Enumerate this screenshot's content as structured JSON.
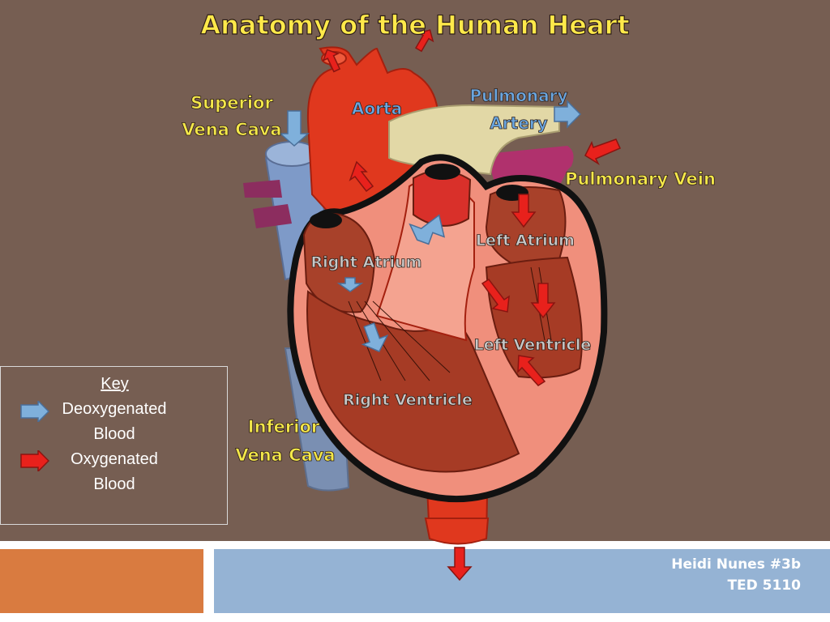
{
  "title": "Anatomy of the Human Heart",
  "labels": {
    "superior_vena_cava": [
      "Superior",
      "Vena Cava"
    ],
    "aorta": "Aorta",
    "pulmonary_artery": [
      "Pulmonary",
      "Artery"
    ],
    "pulmonary_vein": "Pulmonary Vein",
    "left_atrium": "Left Atrium",
    "right_atrium": "Right Atrium",
    "left_ventricle": "Left Ventricle",
    "right_ventricle": "Right Ventricle",
    "inferior_vena_cava": [
      "Inferior",
      "Vena Cava"
    ]
  },
  "key": {
    "title": "Key",
    "deoxygenated": [
      "Deoxygenated",
      "Blood"
    ],
    "oxygenated": [
      "Oxygenated",
      "Blood"
    ]
  },
  "footer": {
    "author": "Heidi Nunes #3b",
    "course": "TED 5110"
  },
  "colors": {
    "background": "#765e52",
    "title_yellow": "#ffe94a",
    "label_yellow": "#f4e84a",
    "label_blue": "#6aa6e0",
    "label_gray": "#c8c8c8",
    "oxygenated": "#e8211c",
    "deoxygenated": "#7fb0db",
    "footer_orange": "#d97b40",
    "footer_blue": "#95b3d4"
  }
}
